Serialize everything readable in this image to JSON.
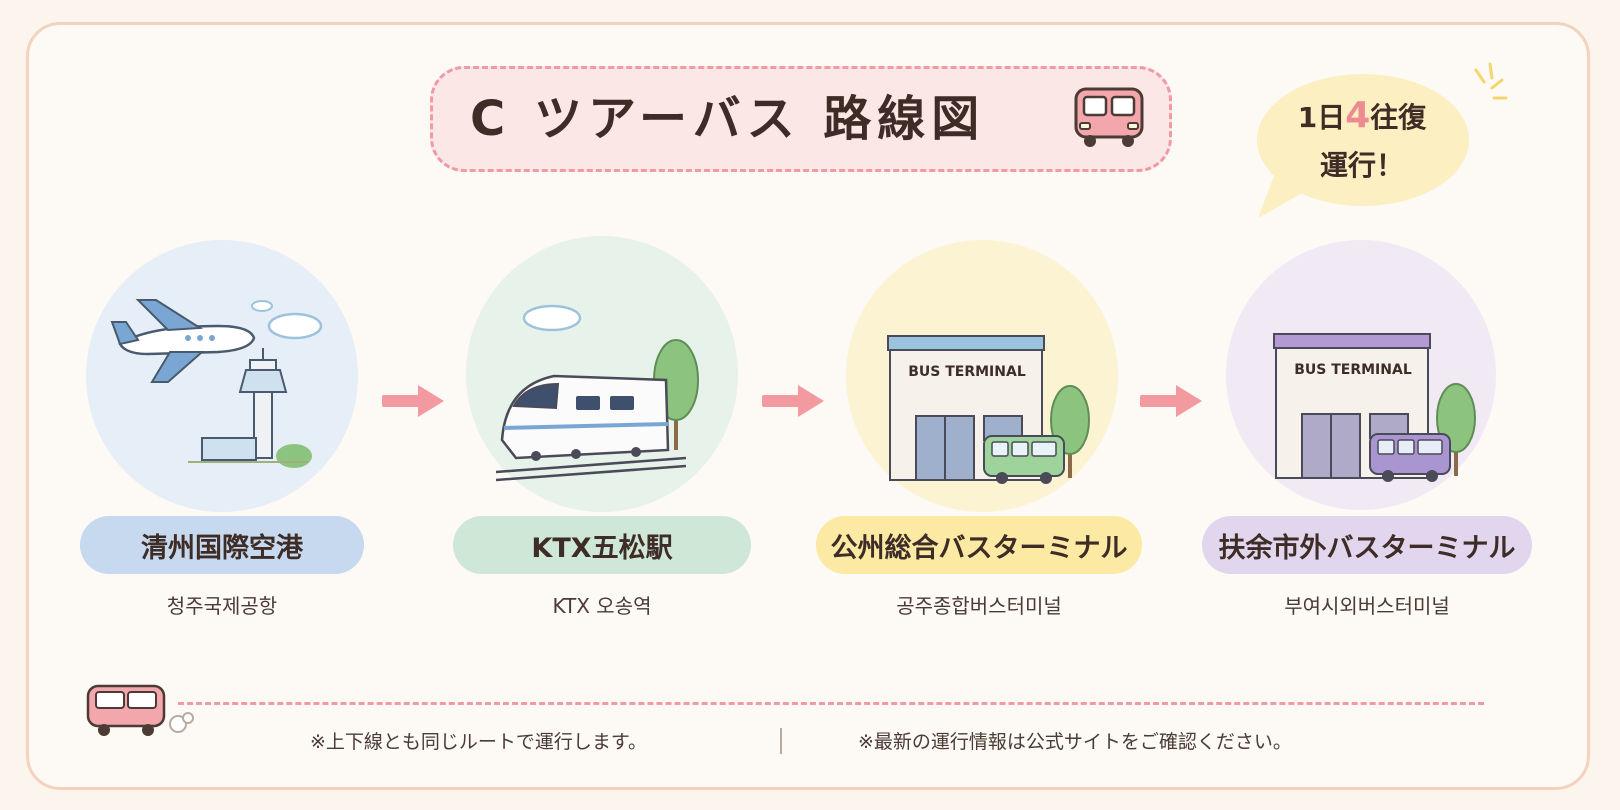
{
  "title": {
    "text": "C ツアーバス 路線図",
    "icon": "bus-icon"
  },
  "badge": {
    "prefix": "1日",
    "highlight": "4",
    "suffix": "往復",
    "line2": "運行！"
  },
  "stops": [
    {
      "name": "清州国際空港",
      "name_ko": "청주국제공항",
      "icon": "airport-icon",
      "pill_color": "#c6d9ef",
      "circle_color": "#e6eef7"
    },
    {
      "name": "KTX五松駅",
      "name_ko": "KTX 오송역",
      "icon": "train-icon",
      "pill_color": "#cfe7d6",
      "circle_color": "#e7f2ea"
    },
    {
      "name": "公州総合バスターミナル",
      "name_ko": "공주종합버스터미널",
      "icon": "bus-terminal-icon",
      "sign": "BUS TERMINAL",
      "pill_color": "#fbe9a4",
      "circle_color": "#fcf3d3"
    },
    {
      "name": "扶余市外バスターミナル",
      "name_ko": "부여시외버스터미널",
      "icon": "bus-terminal-icon",
      "sign": "BUS TERMINAL",
      "pill_color": "#e2d6ee",
      "circle_color": "#f1eaf5"
    }
  ],
  "notes": [
    "※上下線とも同じルートで運行します。",
    "※最新の運行情報は公式サイトをご確認ください。"
  ],
  "colors": {
    "accent_pink": "#ef9aa4",
    "arrow": "#f29aa0",
    "bubble": "#fcefc2",
    "border": "#f3d2be"
  }
}
